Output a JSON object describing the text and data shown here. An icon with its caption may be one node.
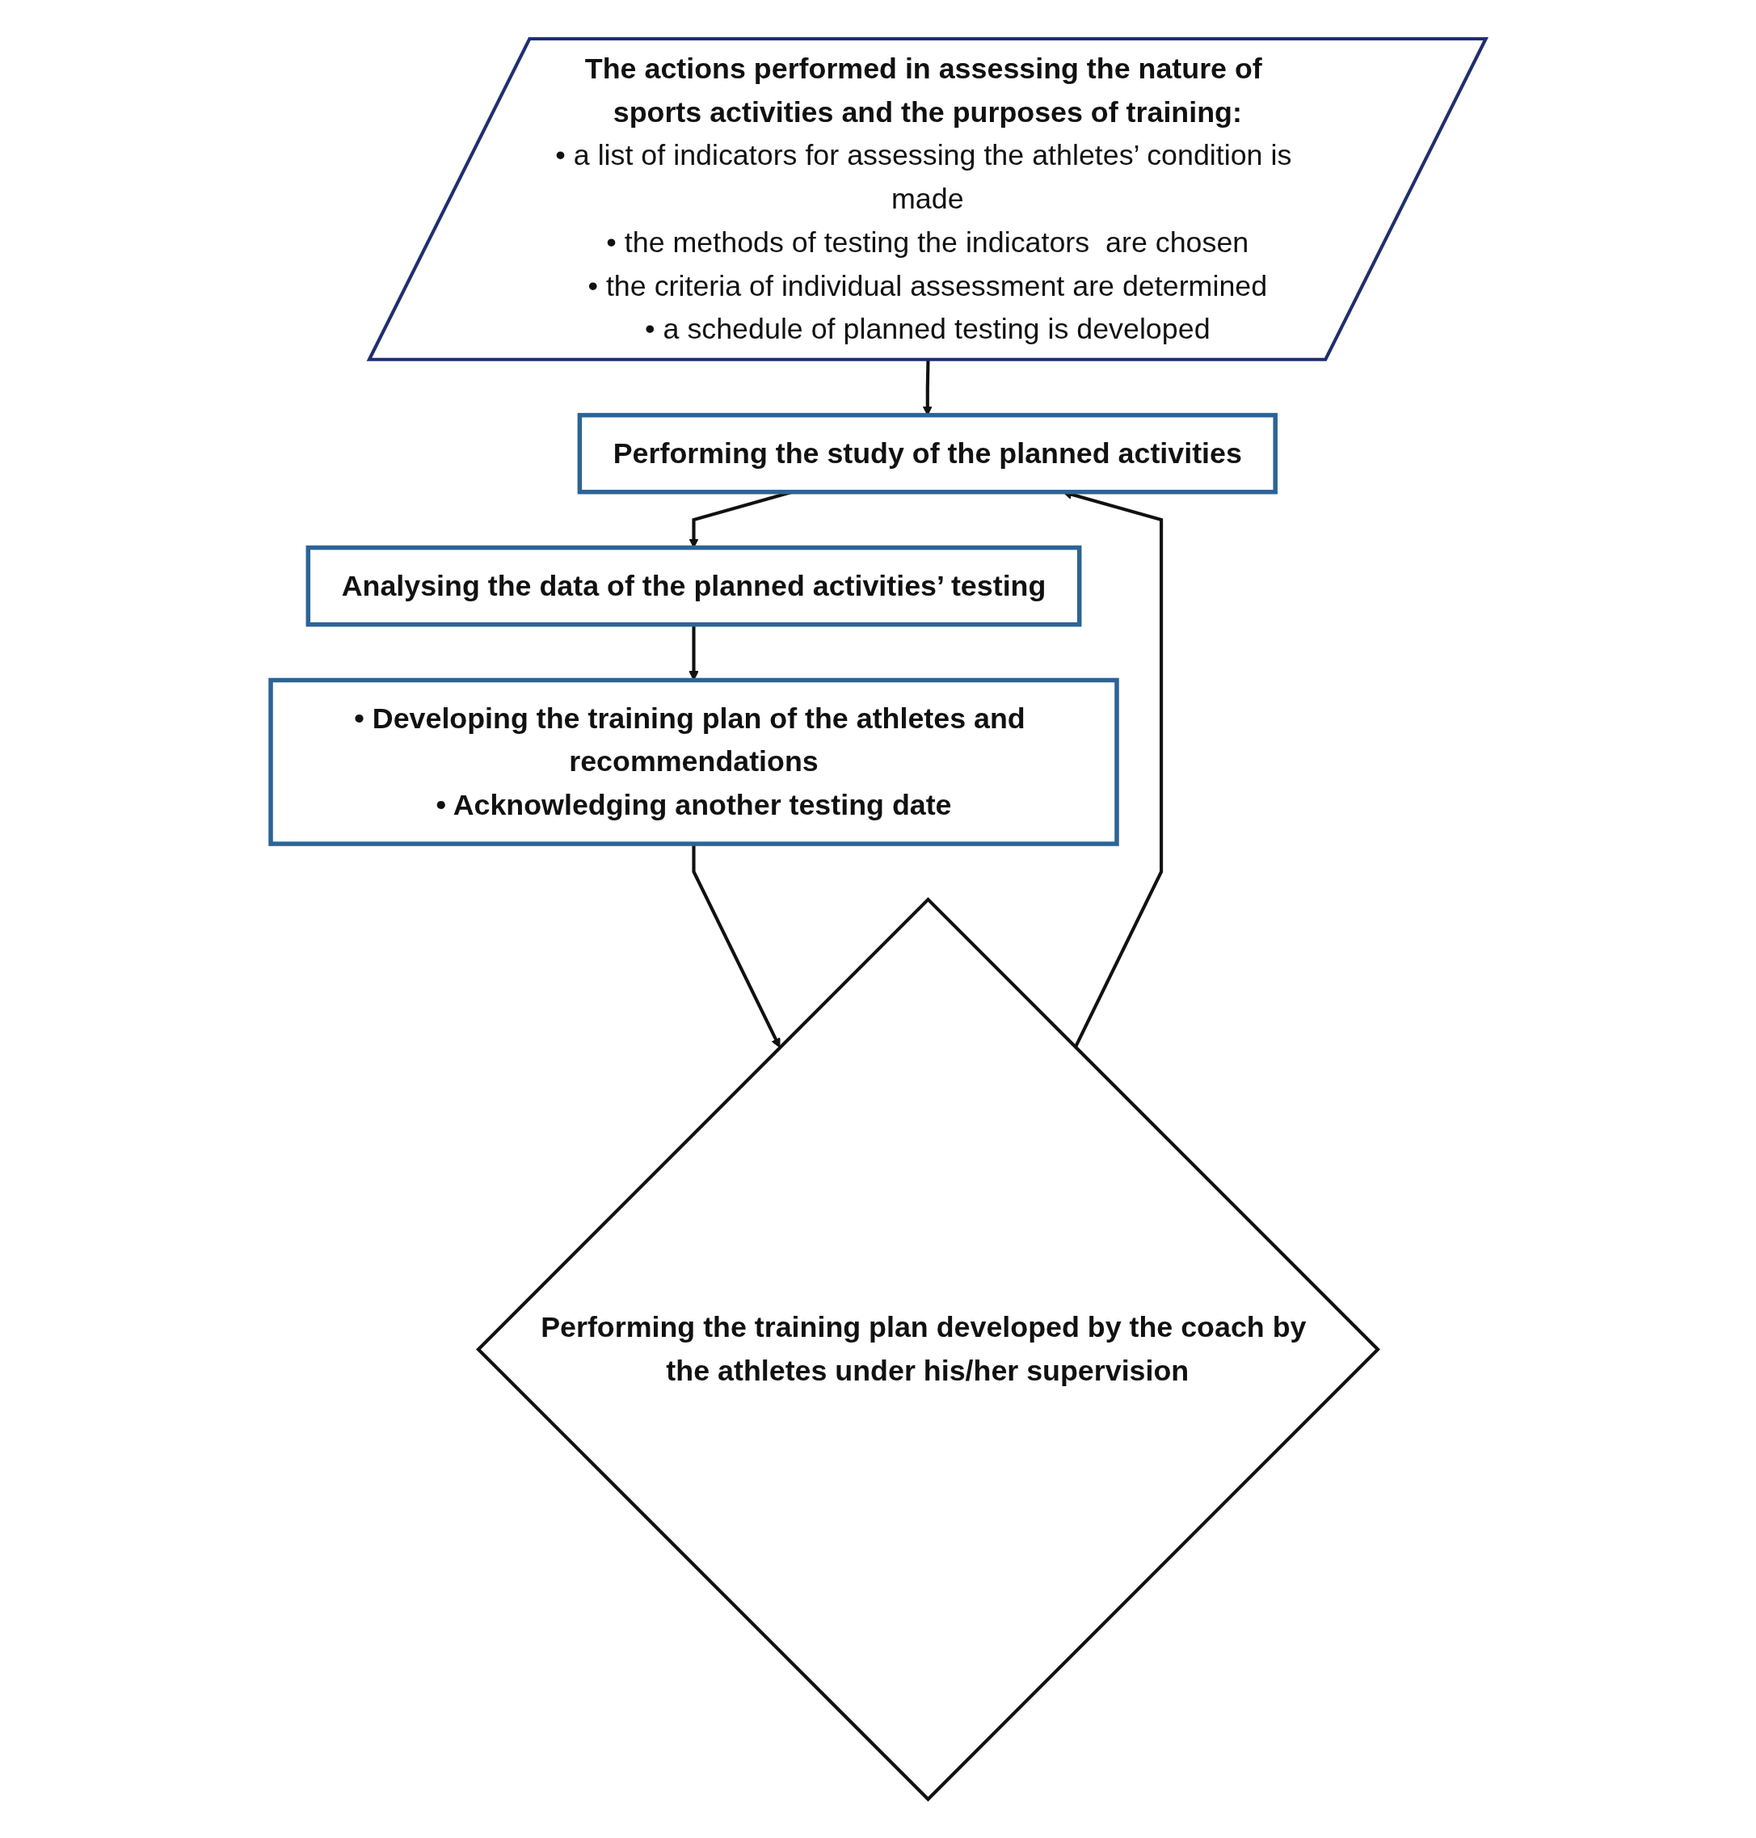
{
  "diagram": {
    "nodes": [
      {
        "text": [
          "The actions performed in assessing the nature of sports activities and the purposes of training:",
          "• a list of indicators for assessing the athletes’ condition is made",
          "• the methods of testing the indicators  are chosen",
          "• the criteria of individual assessment are determined",
          "• a schedule of planned testing is developed"
        ]
      },
      {
        "text": [
          "Performing the study of the planned activities"
        ]
      },
      {
        "text": [
          "Analysing the data of the planned activities’ testing"
        ]
      },
      {
        "text": [
          "• Developing the training plan of the athletes and recommendations",
          "• Acknowledging another testing date"
        ]
      },
      {
        "text": [
          "Performing the training plan developed by the coach by the athletes under his/her supervision"
        ]
      }
    ],
    "edges": [
      {
        "from": 0,
        "to": 1,
        "arrow": "to"
      },
      {
        "from": 1,
        "to": 2,
        "arrow": "to"
      },
      {
        "from": 2,
        "to": 3,
        "arrow": "to"
      },
      {
        "from": 3,
        "to": 4,
        "arrow": "to"
      },
      {
        "from": 4,
        "to": 1,
        "arrow": "to"
      }
    ]
  }
}
